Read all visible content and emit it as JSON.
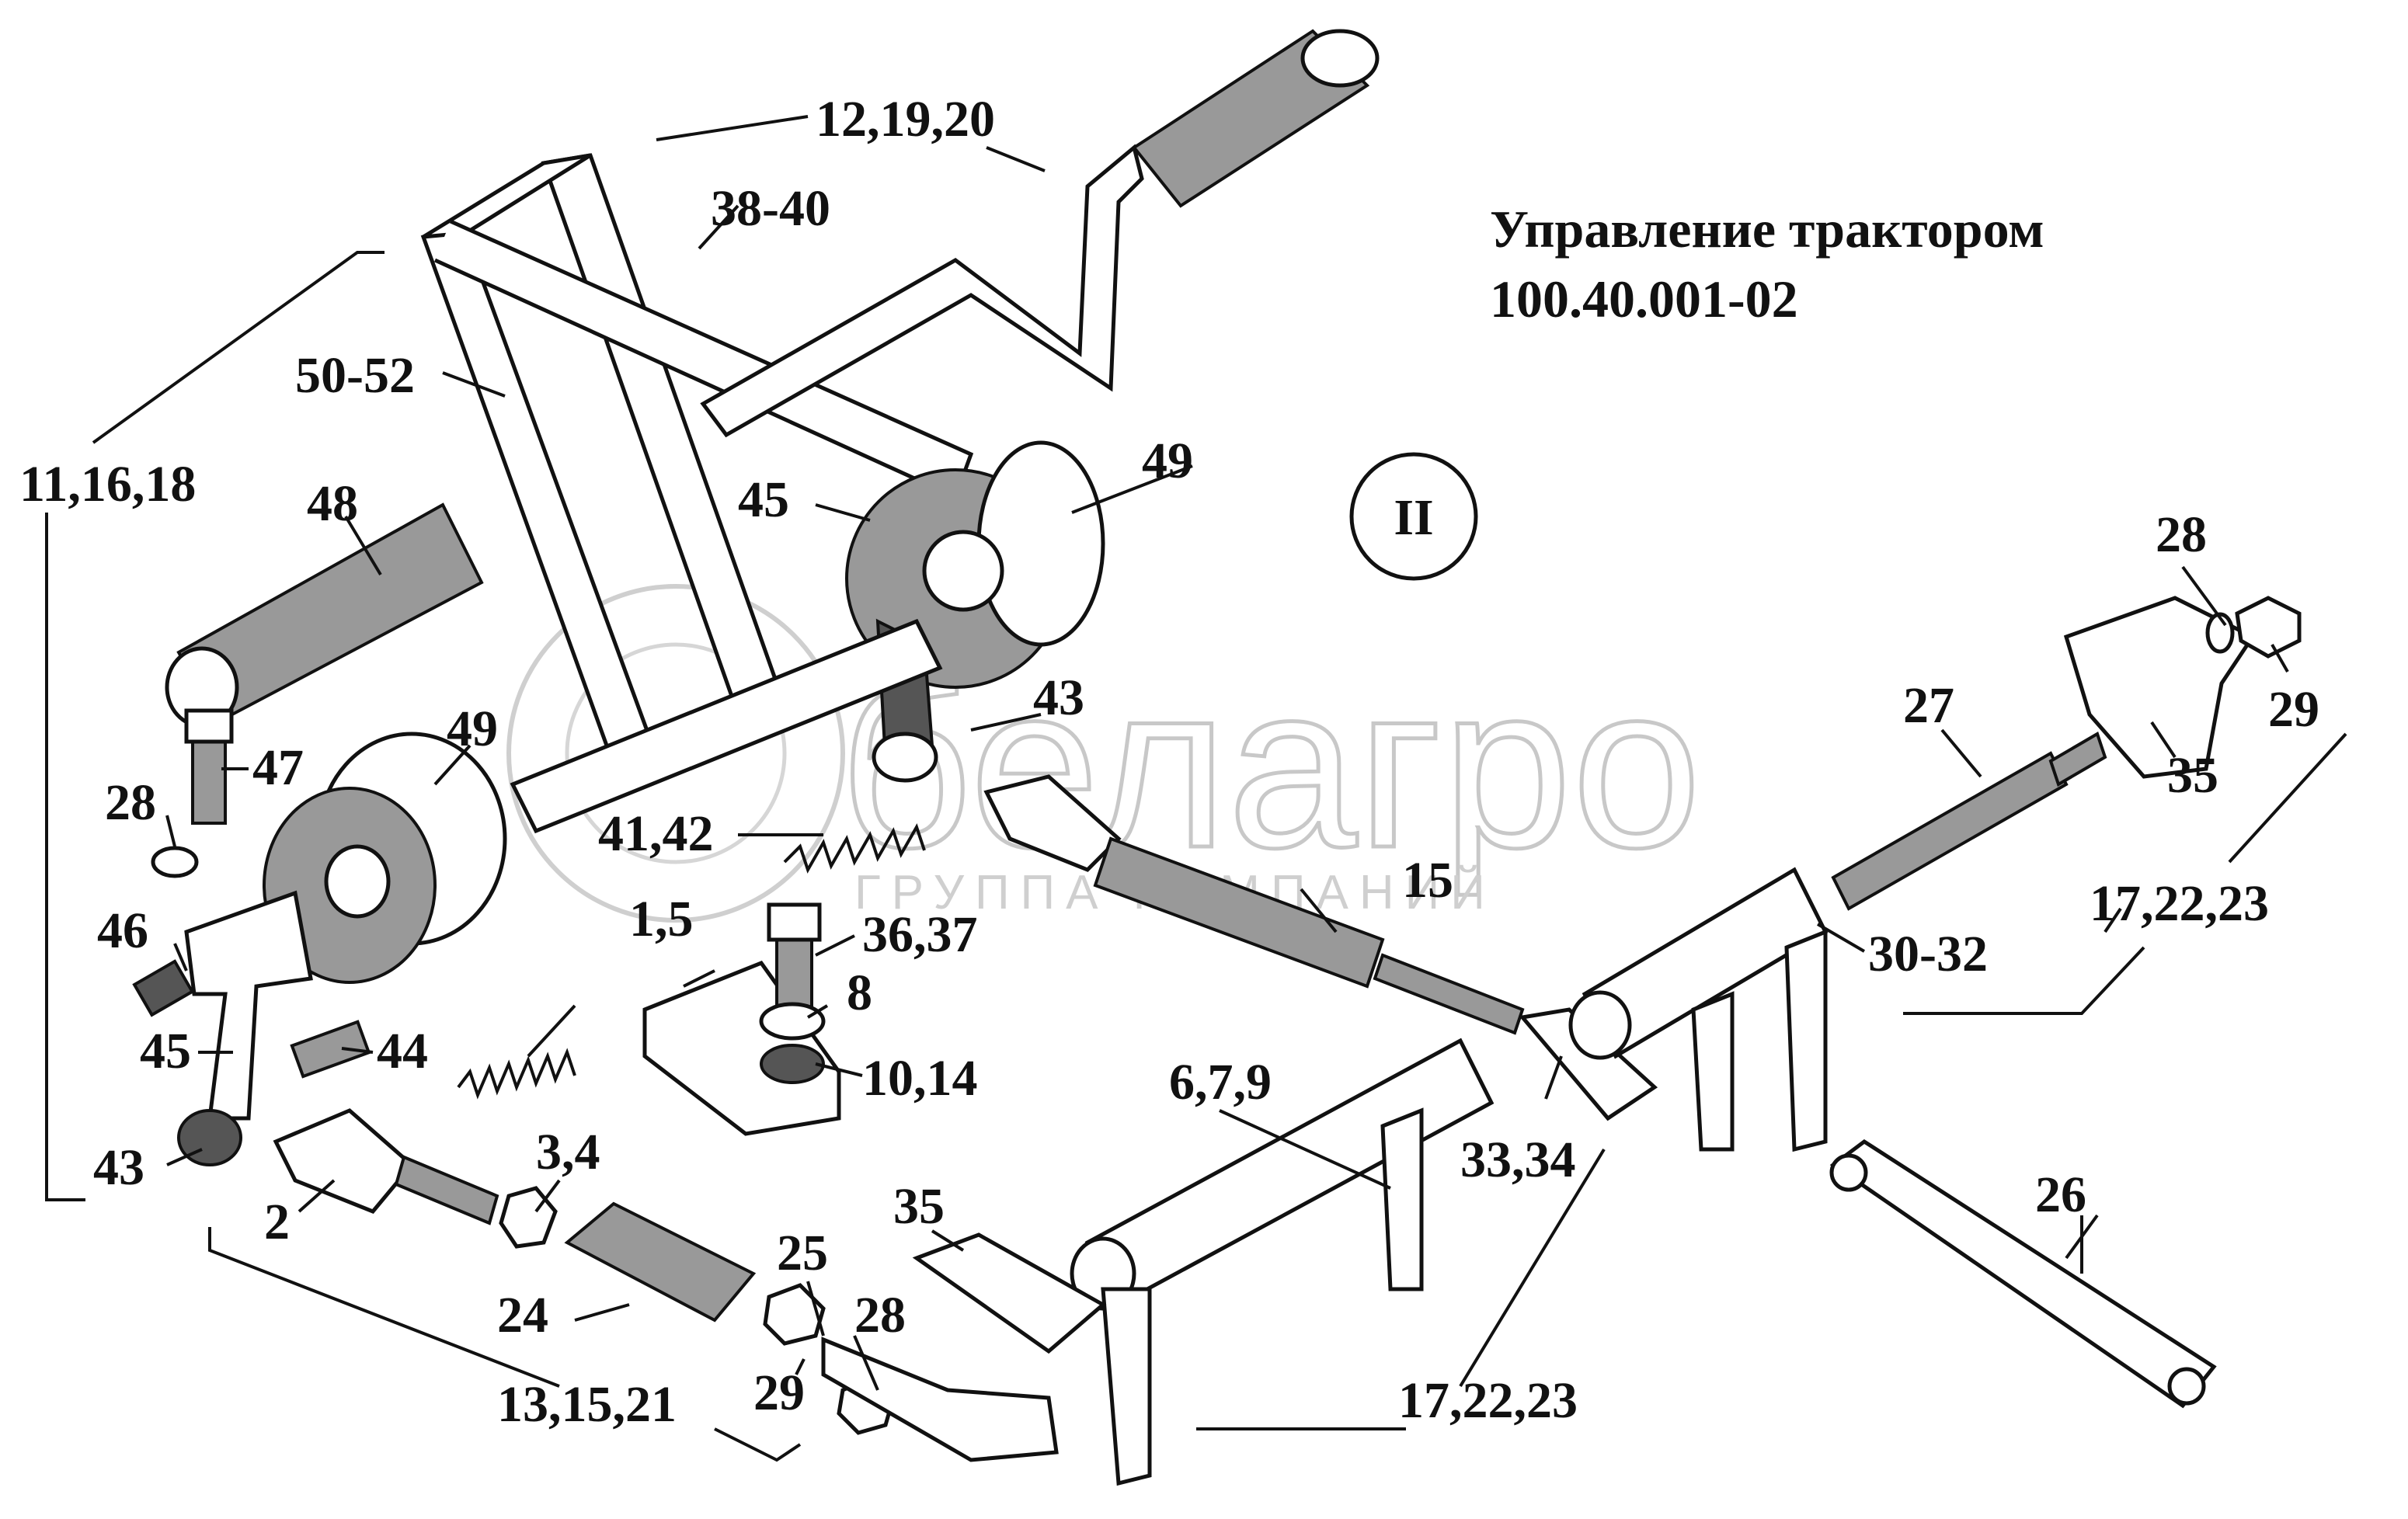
{
  "title": {
    "line1": "Управление трактором",
    "line2": "100.40.001-02"
  },
  "view_marker": "II",
  "watermark": {
    "brand": "белагро",
    "subtitle": "ГРУППА КОМПАНИЙ"
  },
  "labels": {
    "l_12_19_20": "12,19,20",
    "l_38_40": "38-40",
    "l_50_52": "50-52",
    "l_11_16_18": "11,16,18",
    "l_48": "48",
    "l_45_top": "45",
    "l_49_top": "49",
    "l_43_top": "43",
    "l_49_left": "49",
    "l_47": "47",
    "l_28_left": "28",
    "l_46": "46",
    "l_45_left": "45",
    "l_44": "44",
    "l_43_left": "43",
    "l_2": "2",
    "l_41_42": "41,42",
    "l_1_5": "1,5",
    "l_36_37": "36,37",
    "l_8": "8",
    "l_10_14": "10,14",
    "l_3_4": "3,4",
    "l_24": "24",
    "l_13_15_21": "13,15,21",
    "l_25": "25",
    "l_35_bottom": "35",
    "l_28_bottom": "28",
    "l_29_bottom": "29",
    "l_15": "15",
    "l_6_7_9": "6,7,9",
    "l_33_34": "33,34",
    "l_17_22_23_bottom": "17,22,23",
    "l_30_32": "30-32",
    "l_17_22_23_right": "17,22,23",
    "l_27": "27",
    "l_28_right": "28",
    "l_29_right": "29",
    "l_35_right": "35",
    "l_26": "26"
  }
}
